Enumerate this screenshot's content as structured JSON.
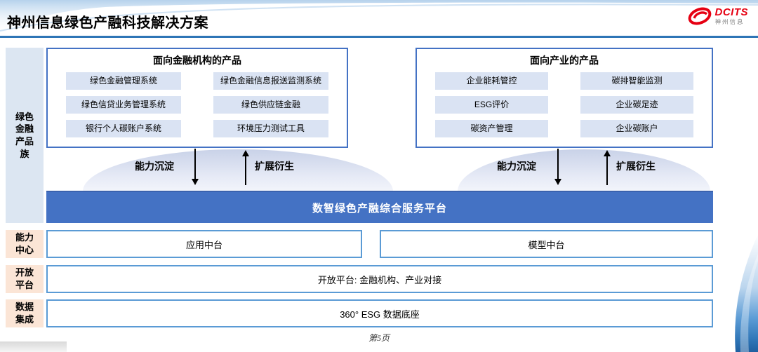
{
  "header": {
    "title": "神州信息绿色产融科技解决方案",
    "logo_brand": "DCITS",
    "logo_sub": "神州信息"
  },
  "sidebar": {
    "items": [
      {
        "label": "绿色金融产品族"
      },
      {
        "label": "能力中心"
      },
      {
        "label": "开放平台"
      },
      {
        "label": "数据集成"
      }
    ]
  },
  "finance_box": {
    "title": "面向金融机构的产品",
    "items": [
      "绿色金融管理系统",
      "绿色金融信息报送监测系统",
      "绿色信贷业务管理系统",
      "绿色供应链金融",
      "银行个人碳账户系统",
      "环境压力测试工具"
    ]
  },
  "industry_box": {
    "title": "面向产业的产品",
    "items": [
      "企业能耗管控",
      "碳排智能监测",
      "ESG评价",
      "企业碳足迹",
      "碳资产管理",
      "企业碳账户"
    ]
  },
  "flows": {
    "down_label": "能力沉淀",
    "up_label": "扩展衍生"
  },
  "platform": {
    "label": "数智绿色产融综合服务平台"
  },
  "middle_layer": {
    "items": [
      "应用中台",
      "模型中台"
    ]
  },
  "open_platform": {
    "label": "开放平台: 金融机构、产业对接"
  },
  "data_base": {
    "label": "360° ESG 数据底座"
  },
  "footer": {
    "page_label": "第5页"
  },
  "colors": {
    "accent_blue": "#4472c4",
    "border_blue": "#5b9bd5",
    "divider_blue": "#2e75b6",
    "chip_bg": "#dae3f3",
    "sidebar_blue_bg": "#dce6f2",
    "sidebar_peach_bg": "#fbe5d6",
    "logo_red": "#e60012"
  }
}
